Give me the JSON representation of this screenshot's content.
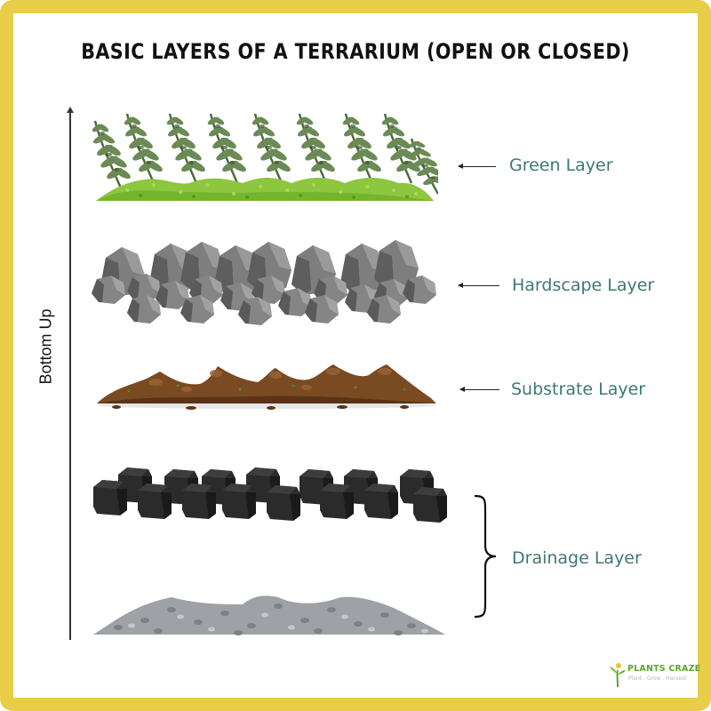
{
  "title": "BASIC LAYERS OF A TERRARIUM (OPEN OR CLOSED)",
  "axis": {
    "label": "Bottom Up",
    "direction": "up",
    "icon": "arrow-up-icon"
  },
  "layers": [
    {
      "id": "green",
      "label": "Green Layer",
      "icon": "moss-and-fern-illustration",
      "pointer": "arrow-left-icon",
      "colors": [
        "#8DC63F",
        "#5E7F4A"
      ]
    },
    {
      "id": "hardscape",
      "label": "Hardscape Layer",
      "icon": "rocks-illustration",
      "pointer": "arrow-left-icon",
      "colors": [
        "#8A8A8A",
        "#5F5F5F"
      ]
    },
    {
      "id": "substrate",
      "label": "Substrate Layer",
      "icon": "soil-illustration",
      "pointer": "arrow-left-icon",
      "colors": [
        "#7A4A22",
        "#5A3317"
      ]
    },
    {
      "id": "drainage",
      "label": "Drainage Layer",
      "icon": "charcoal-and-pebbles-illustration",
      "pointer": "curly-brace-icon",
      "colors": [
        "#2A2A2A",
        "#9A9CA0"
      ]
    }
  ],
  "logo": {
    "name": "PLANTS CRAZE",
    "tagline": "Plant . Grow . Harvest",
    "icon": "sprout-person-icon"
  },
  "colors": {
    "border": "#E8CE48",
    "label": "#3F7775",
    "title": "#111111",
    "background": "#FFFFFF"
  }
}
